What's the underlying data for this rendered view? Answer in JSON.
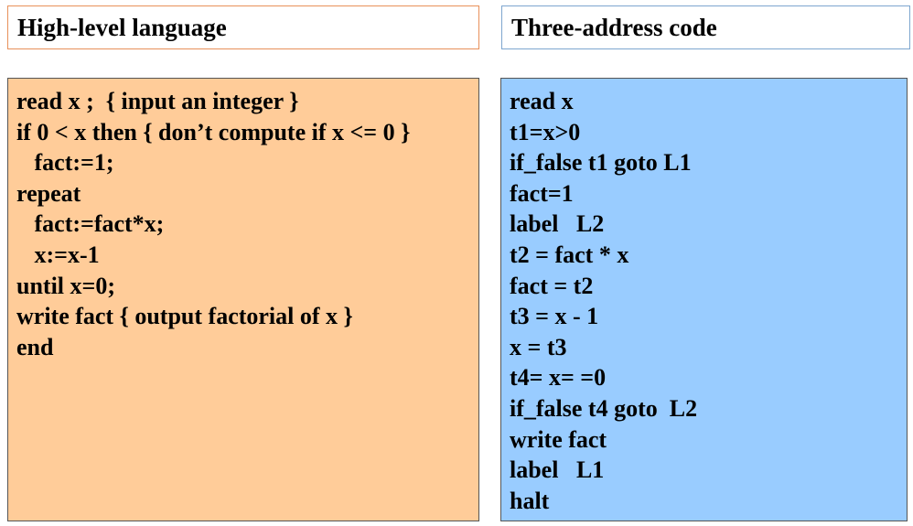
{
  "high_level": {
    "title": "High-level language",
    "lines": [
      "read x ;  { input an integer }",
      "if 0 < x then { don’t compute if x <= 0 }",
      "   fact:=1;",
      "repeat",
      "   fact:=fact*x;",
      "   x:=x-1",
      "until x=0;",
      "write fact { output factorial of x }",
      "end"
    ]
  },
  "three_address": {
    "title": "Three-address code",
    "lines": [
      "read x",
      "t1=x>0",
      "if_false t1 goto L1",
      "fact=1",
      "label   L2",
      "t2 = fact * x",
      "fact = t2",
      "t3 = x - 1",
      "x = t3",
      "t4= x= =0",
      "if_false t4 goto  L2",
      "write fact",
      "label   L1",
      "halt"
    ]
  },
  "colors": {
    "high_level_panel": "#ffcc99",
    "three_address_panel": "#99ccff",
    "high_level_header_border": "#e8905a",
    "three_address_header_border": "#7ea6cf"
  }
}
